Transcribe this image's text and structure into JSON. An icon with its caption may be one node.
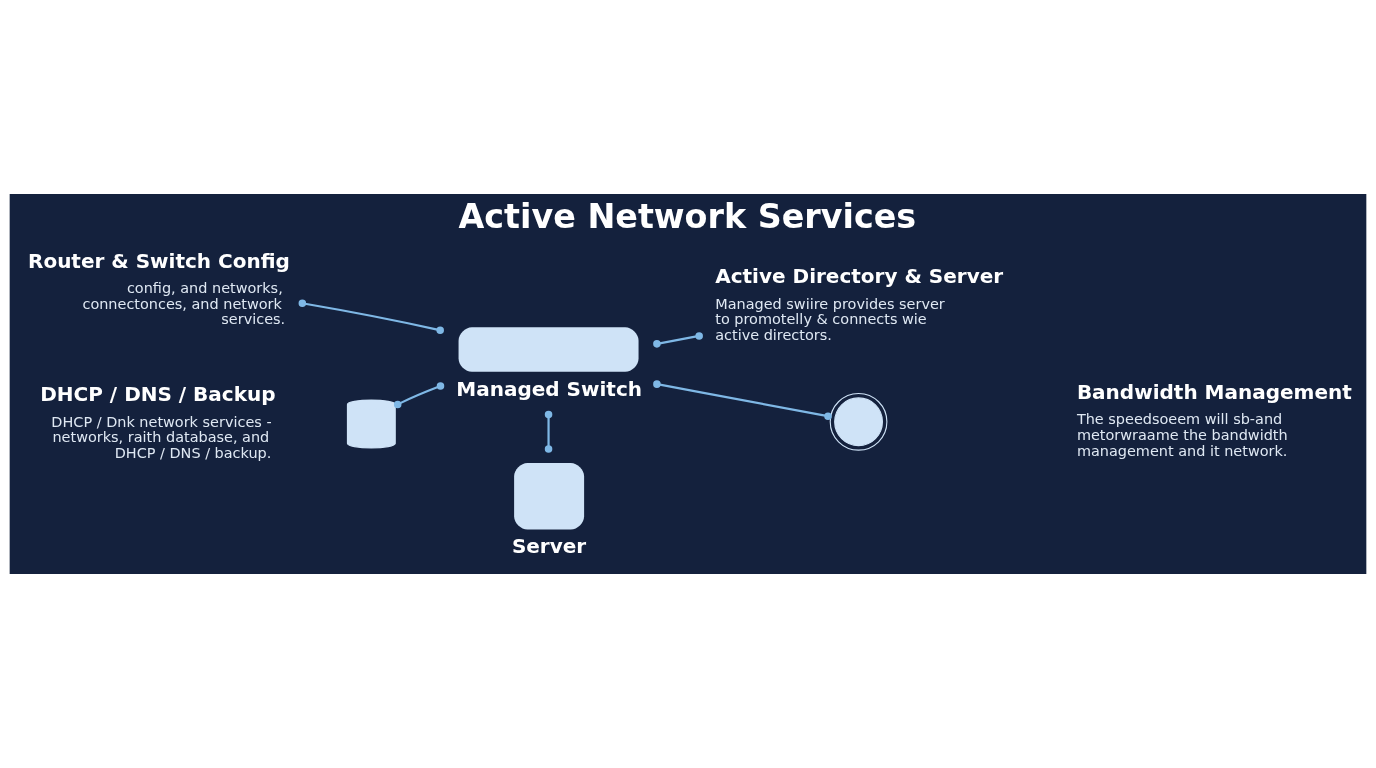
{
  "diagram": {
    "title": "Active Network Services",
    "nodes": [
      {
        "text": [
          "Server"
        ]
      },
      {
        "text": [
          "Managed Switch"
        ]
      },
      {
        "text": [
          "Router & Switch Config",
          "config, and networks, connectonces, and network services."
        ]
      },
      {
        "text": [
          "Active Directory & Server",
          "Managed swiire provides server to promotelly & connects wie active directors."
        ]
      },
      {
        "text": [
          "DHCP / DNS / Backup",
          "DHCP / Dnk network services - networks, raith database, and DHCP / DNS / backup."
        ]
      },
      {
        "text": [],
        "shape": "cylinder"
      },
      {
        "text": [
          "Bandwidth Management",
          "The speedsoeem will sb-and metorwraame the bandwidth management and it network."
        ]
      },
      {
        "text": [],
        "shape": "gauge"
      }
    ],
    "edges": [
      {
        "from": 1,
        "to": 0,
        "arrow": "other"
      },
      {
        "from": 1,
        "to": 2,
        "arrow": "other"
      },
      {
        "from": 1,
        "to": 3,
        "arrow": "other"
      },
      {
        "from": 1,
        "to": 5,
        "arrow": "other"
      },
      {
        "from": 1,
        "to": 7,
        "arrow": "other"
      }
    ]
  }
}
